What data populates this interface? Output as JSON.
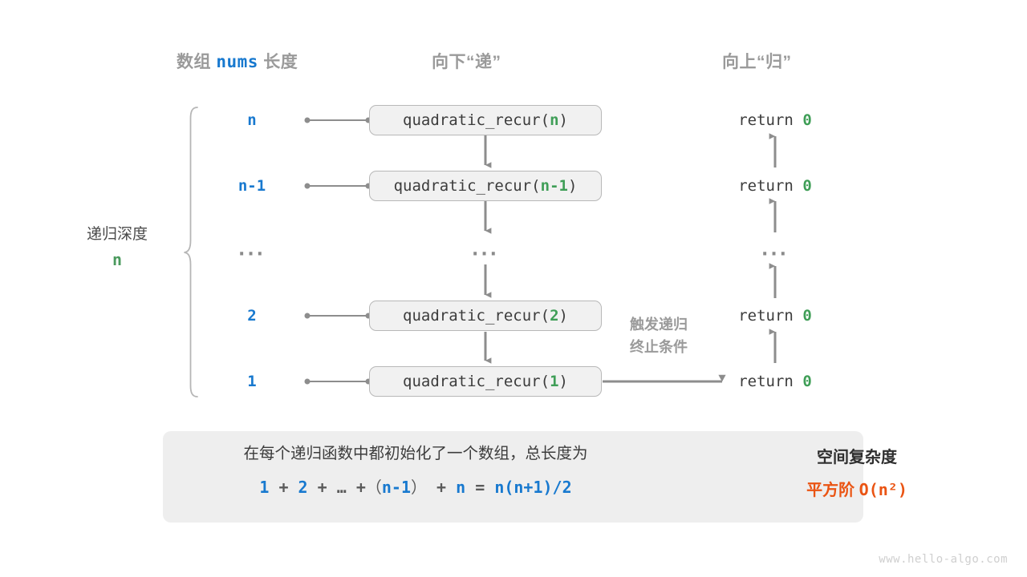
{
  "headers": {
    "left_prefix": "数组 ",
    "left_mono": "nums",
    "left_suffix": " 长度",
    "middle": "向下“递”",
    "right": "向上“归”"
  },
  "depth_label": {
    "title": "递归深度",
    "value": "n"
  },
  "rows": [
    {
      "length": "n",
      "call_prefix": "quadratic_recur(",
      "call_arg": "n",
      "call_suffix": ")",
      "return_text": "return ",
      "return_value": "0"
    },
    {
      "length": "n-1",
      "call_prefix": "quadratic_recur(",
      "call_arg": "n-1",
      "call_suffix": ")",
      "return_text": "return ",
      "return_value": "0"
    },
    {
      "length": "...",
      "call_prefix": "...",
      "call_arg": "",
      "call_suffix": "",
      "return_text": "...",
      "return_value": ""
    },
    {
      "length": "2",
      "call_prefix": "quadratic_recur(",
      "call_arg": "2",
      "call_suffix": ")",
      "return_text": "return ",
      "return_value": "0"
    },
    {
      "length": "1",
      "call_prefix": "quadratic_recur(",
      "call_arg": "1",
      "call_suffix": ")",
      "return_text": "return ",
      "return_value": "0"
    }
  ],
  "trigger_note": {
    "line1": "触发递归",
    "line2": "终止条件"
  },
  "summary": {
    "line1": "在每个递归函数中都初始化了一个数组，总长度为",
    "formula": {
      "t1": "1",
      "op1": "+",
      "t2": "2",
      "op2": "+",
      "ellipsis": "…",
      "op3": "+",
      "lparen": "（",
      "t3": "n-1",
      "rparen": "）",
      "op4": "+",
      "t4": "n",
      "eq": "=",
      "t5": "n(n+1)/2"
    },
    "right_title": "空间复杂度",
    "right_result_prefix": "平方阶 ",
    "right_result_mono": "O(n²)"
  },
  "footer": {
    "watermark": "www.hello-algo.com"
  },
  "colors": {
    "blue": "#1879cf",
    "green": "#3f9e57",
    "orange": "#ea5413",
    "gray": "#8d8d8d",
    "panel": "#eeeeee",
    "box_fill": "#f1f1f1",
    "box_border": "#b8b8b8"
  },
  "icons": {
    "down_arrow": "arrow-down-icon",
    "up_arrow": "arrow-up-icon",
    "right_arrow": "arrow-right-icon",
    "brace": "curly-brace-icon",
    "flow_arrow": "block-arrow-right-icon"
  }
}
